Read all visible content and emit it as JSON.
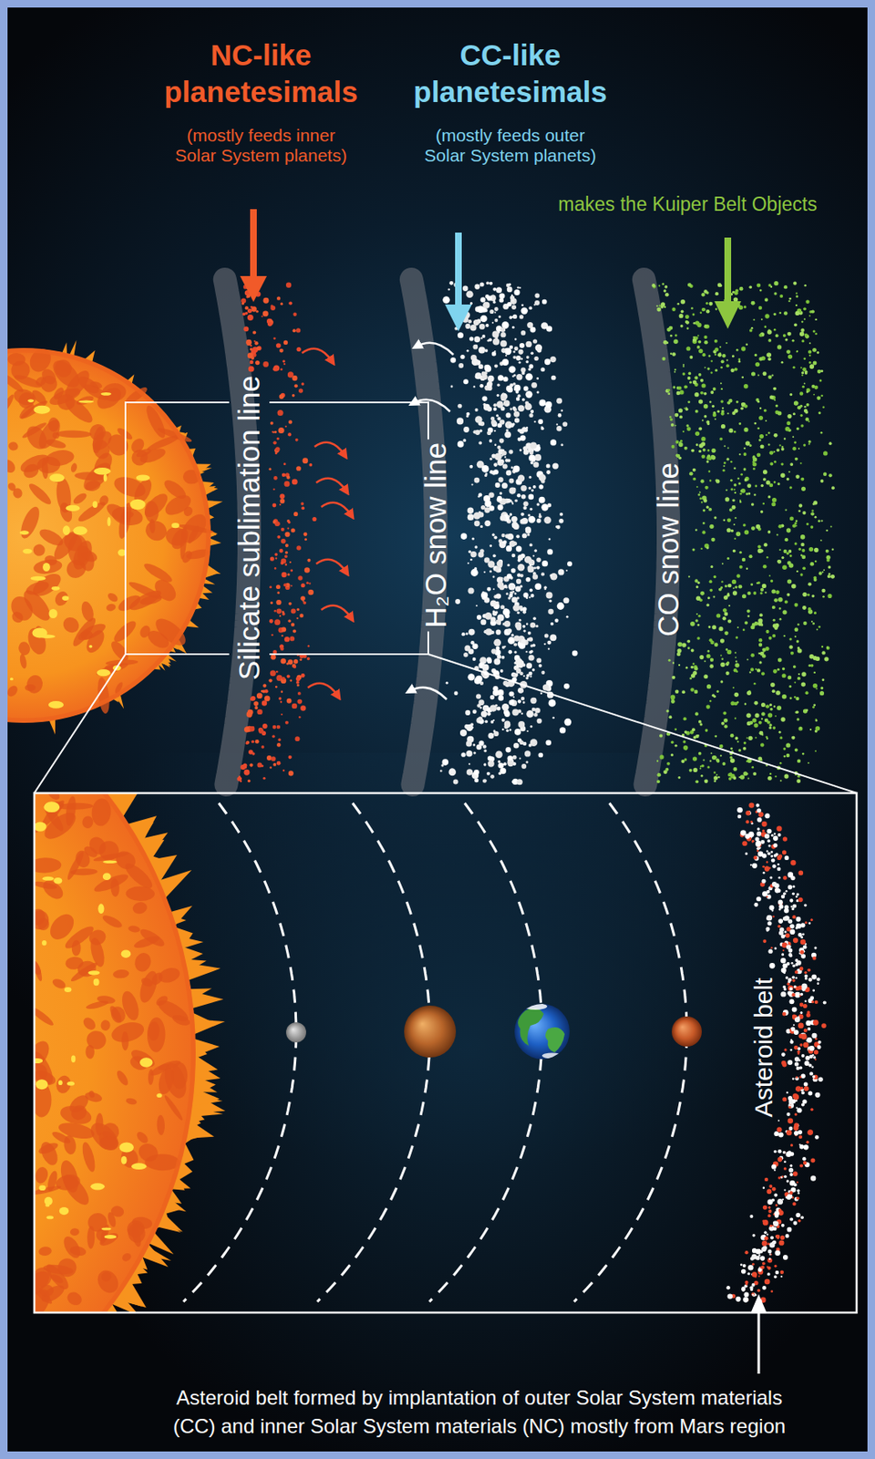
{
  "diagram": {
    "caption": "Asteroid belt formed by implantation of outer Solar System materials (CC) and inner Solar System materials (NC) mostly from Mars region",
    "labels": [
      "NC-like planetesimals",
      "(mostly feeds inner Solar System planets)",
      "CC-like planetesimals",
      "(mostly feeds outer Solar System planets)",
      "makes the Kuiper Belt Objects",
      "Silicate sublimation line",
      "H₂O snow line",
      "CO snow line",
      "Asteroid belt"
    ]
  }
}
